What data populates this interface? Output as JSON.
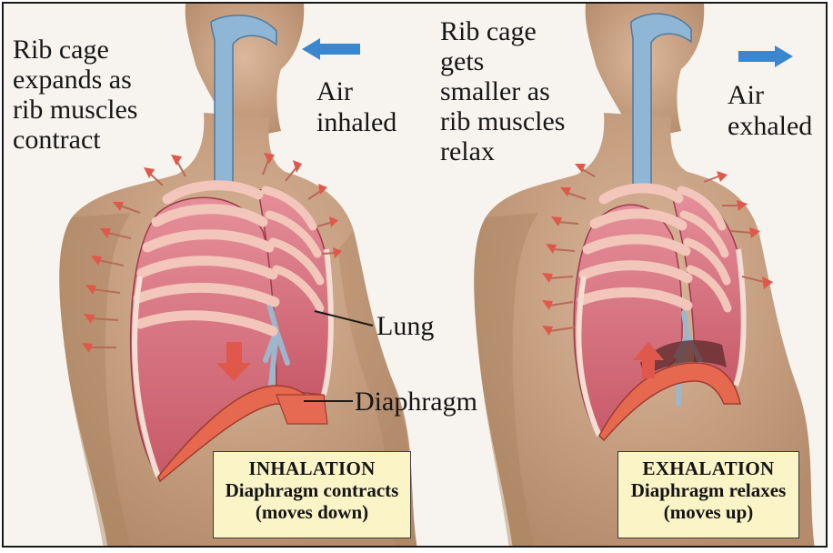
{
  "left_panel": {
    "rib_cage_note": "Rib cage\nexpands as\nrib muscles\ncontract",
    "air_label": "Air\ninhaled",
    "lung_label": "Lung",
    "diaphragm_label": "Diaphragm",
    "caption": {
      "title": "INHALATION",
      "line1": "Diaphragm contracts",
      "line2": "(moves down)"
    }
  },
  "right_panel": {
    "rib_cage_note": "Rib cage\ngets\nsmaller as\nrib muscles\nrelax",
    "air_label": "Air\nexhaled",
    "caption": {
      "title": "EXHALATION",
      "line1": "Diaphragm relaxes",
      "line2": "(moves up)"
    }
  },
  "colors": {
    "skin": "#c9a386",
    "skin_shadow": "#a9825f",
    "lung": "#d97884",
    "rib": "#f0c0b5",
    "trachea": "#8fb6d4",
    "arrow_blue": "#3a87cf",
    "arrow_red": "#e0584b",
    "diaphragm": "#e5684f",
    "caption_bg": "#fbf4c7"
  }
}
